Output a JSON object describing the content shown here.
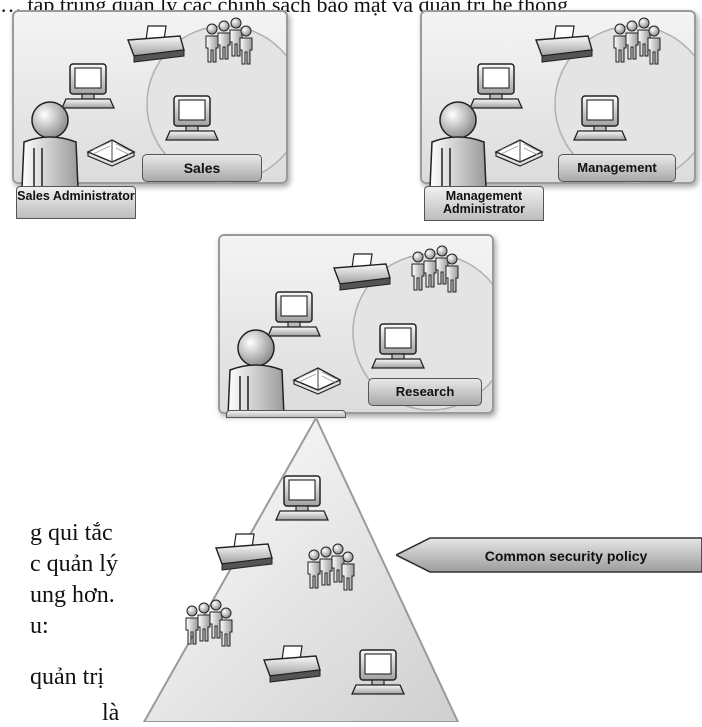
{
  "page": {
    "top_text": "… tập trung quản lý các chính sách bảo mật và quản trị hệ thống",
    "body_lines": [
      "g qui tắc",
      "c quản lý",
      "ung  hơn.",
      "u:",
      "quản trị",
      "là"
    ]
  },
  "groups": [
    {
      "name": "Sales",
      "admin": "Sales Administrator"
    },
    {
      "name": "Management",
      "admin": "Management Administrator"
    },
    {
      "name": "Research",
      "admin": ""
    }
  ],
  "policy": {
    "label": "Common security policy"
  },
  "icons": [
    "person-icon",
    "computer-icon",
    "printer-icon",
    "users-group-icon",
    "book-icon"
  ]
}
